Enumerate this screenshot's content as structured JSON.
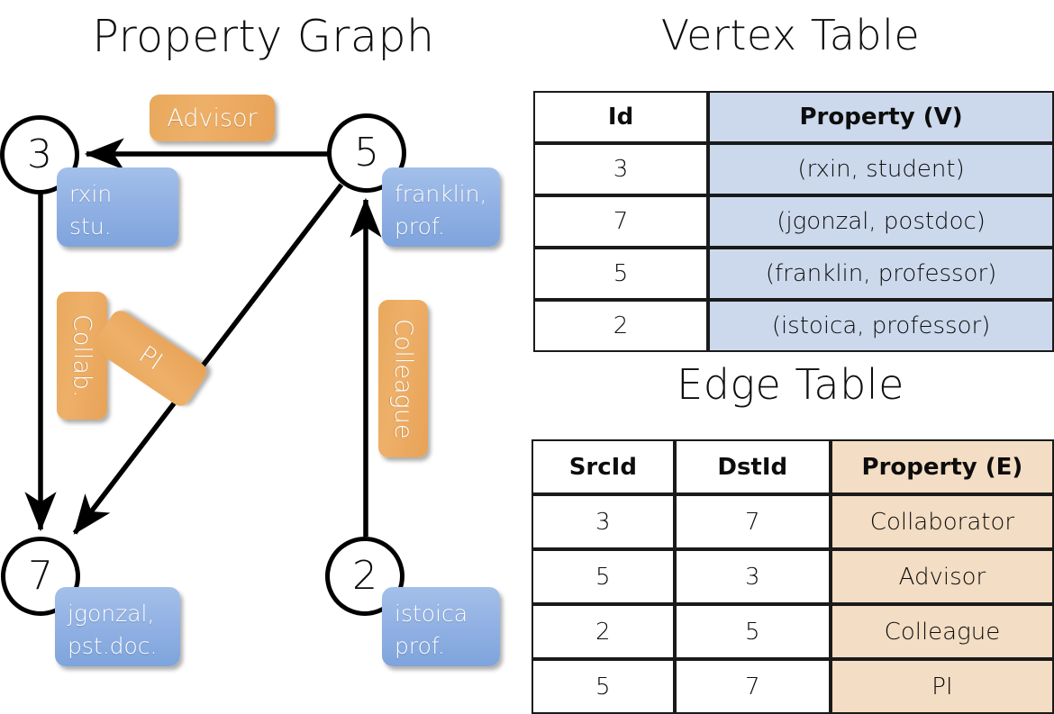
{
  "titles": {
    "property_graph": "Property Graph",
    "vertex_table": "Vertex Table",
    "edge_table": "Edge Table"
  },
  "colors": {
    "vertex_property_fill": "#ccd9ec",
    "edge_property_fill": "#f3ddc4",
    "node_box_blue": "#93b2e4",
    "edge_label_orange": "#eeb069",
    "stroke": "#000000"
  },
  "graph": {
    "nodes": [
      {
        "id": "3",
        "property": "rxin\nstu."
      },
      {
        "id": "5",
        "property": "franklin,\nprof."
      },
      {
        "id": "7",
        "property": "jgonzal,\npst.doc."
      },
      {
        "id": "2",
        "property": "istoica\nprof."
      }
    ],
    "node_labels": {
      "n3_line1": "rxin",
      "n3_line2": "stu.",
      "n5_line1": "franklin,",
      "n5_line2": "prof.",
      "n7_line1": "jgonzal,",
      "n7_line2": "pst.doc.",
      "n2_line1": "istoica",
      "n2_line2": "prof."
    },
    "edge_labels": {
      "advisor": "Advisor",
      "collab": "Collab.",
      "pi": "PI",
      "colleague": "Colleague"
    },
    "edges": [
      {
        "from": "5",
        "to": "3",
        "label": "Advisor"
      },
      {
        "from": "3",
        "to": "7",
        "label": "Collab."
      },
      {
        "from": "5",
        "to": "7",
        "label": "PI"
      },
      {
        "from": "2",
        "to": "5",
        "label": "Colleague"
      }
    ]
  },
  "vertex_table": {
    "headers": [
      "Id",
      "Property (V)"
    ],
    "rows": [
      {
        "id": "3",
        "property": "(rxin, student)"
      },
      {
        "id": "7",
        "property": "(jgonzal, postdoc)"
      },
      {
        "id": "5",
        "property": "(franklin, professor)"
      },
      {
        "id": "2",
        "property": "(istoica, professor)"
      }
    ]
  },
  "edge_table": {
    "headers": [
      "SrcId",
      "DstId",
      "Property (E)"
    ],
    "rows": [
      {
        "src": "3",
        "dst": "7",
        "property": "Collaborator"
      },
      {
        "src": "5",
        "dst": "3",
        "property": "Advisor"
      },
      {
        "src": "2",
        "dst": "5",
        "property": "Colleague"
      },
      {
        "src": "5",
        "dst": "7",
        "property": "PI"
      }
    ]
  }
}
